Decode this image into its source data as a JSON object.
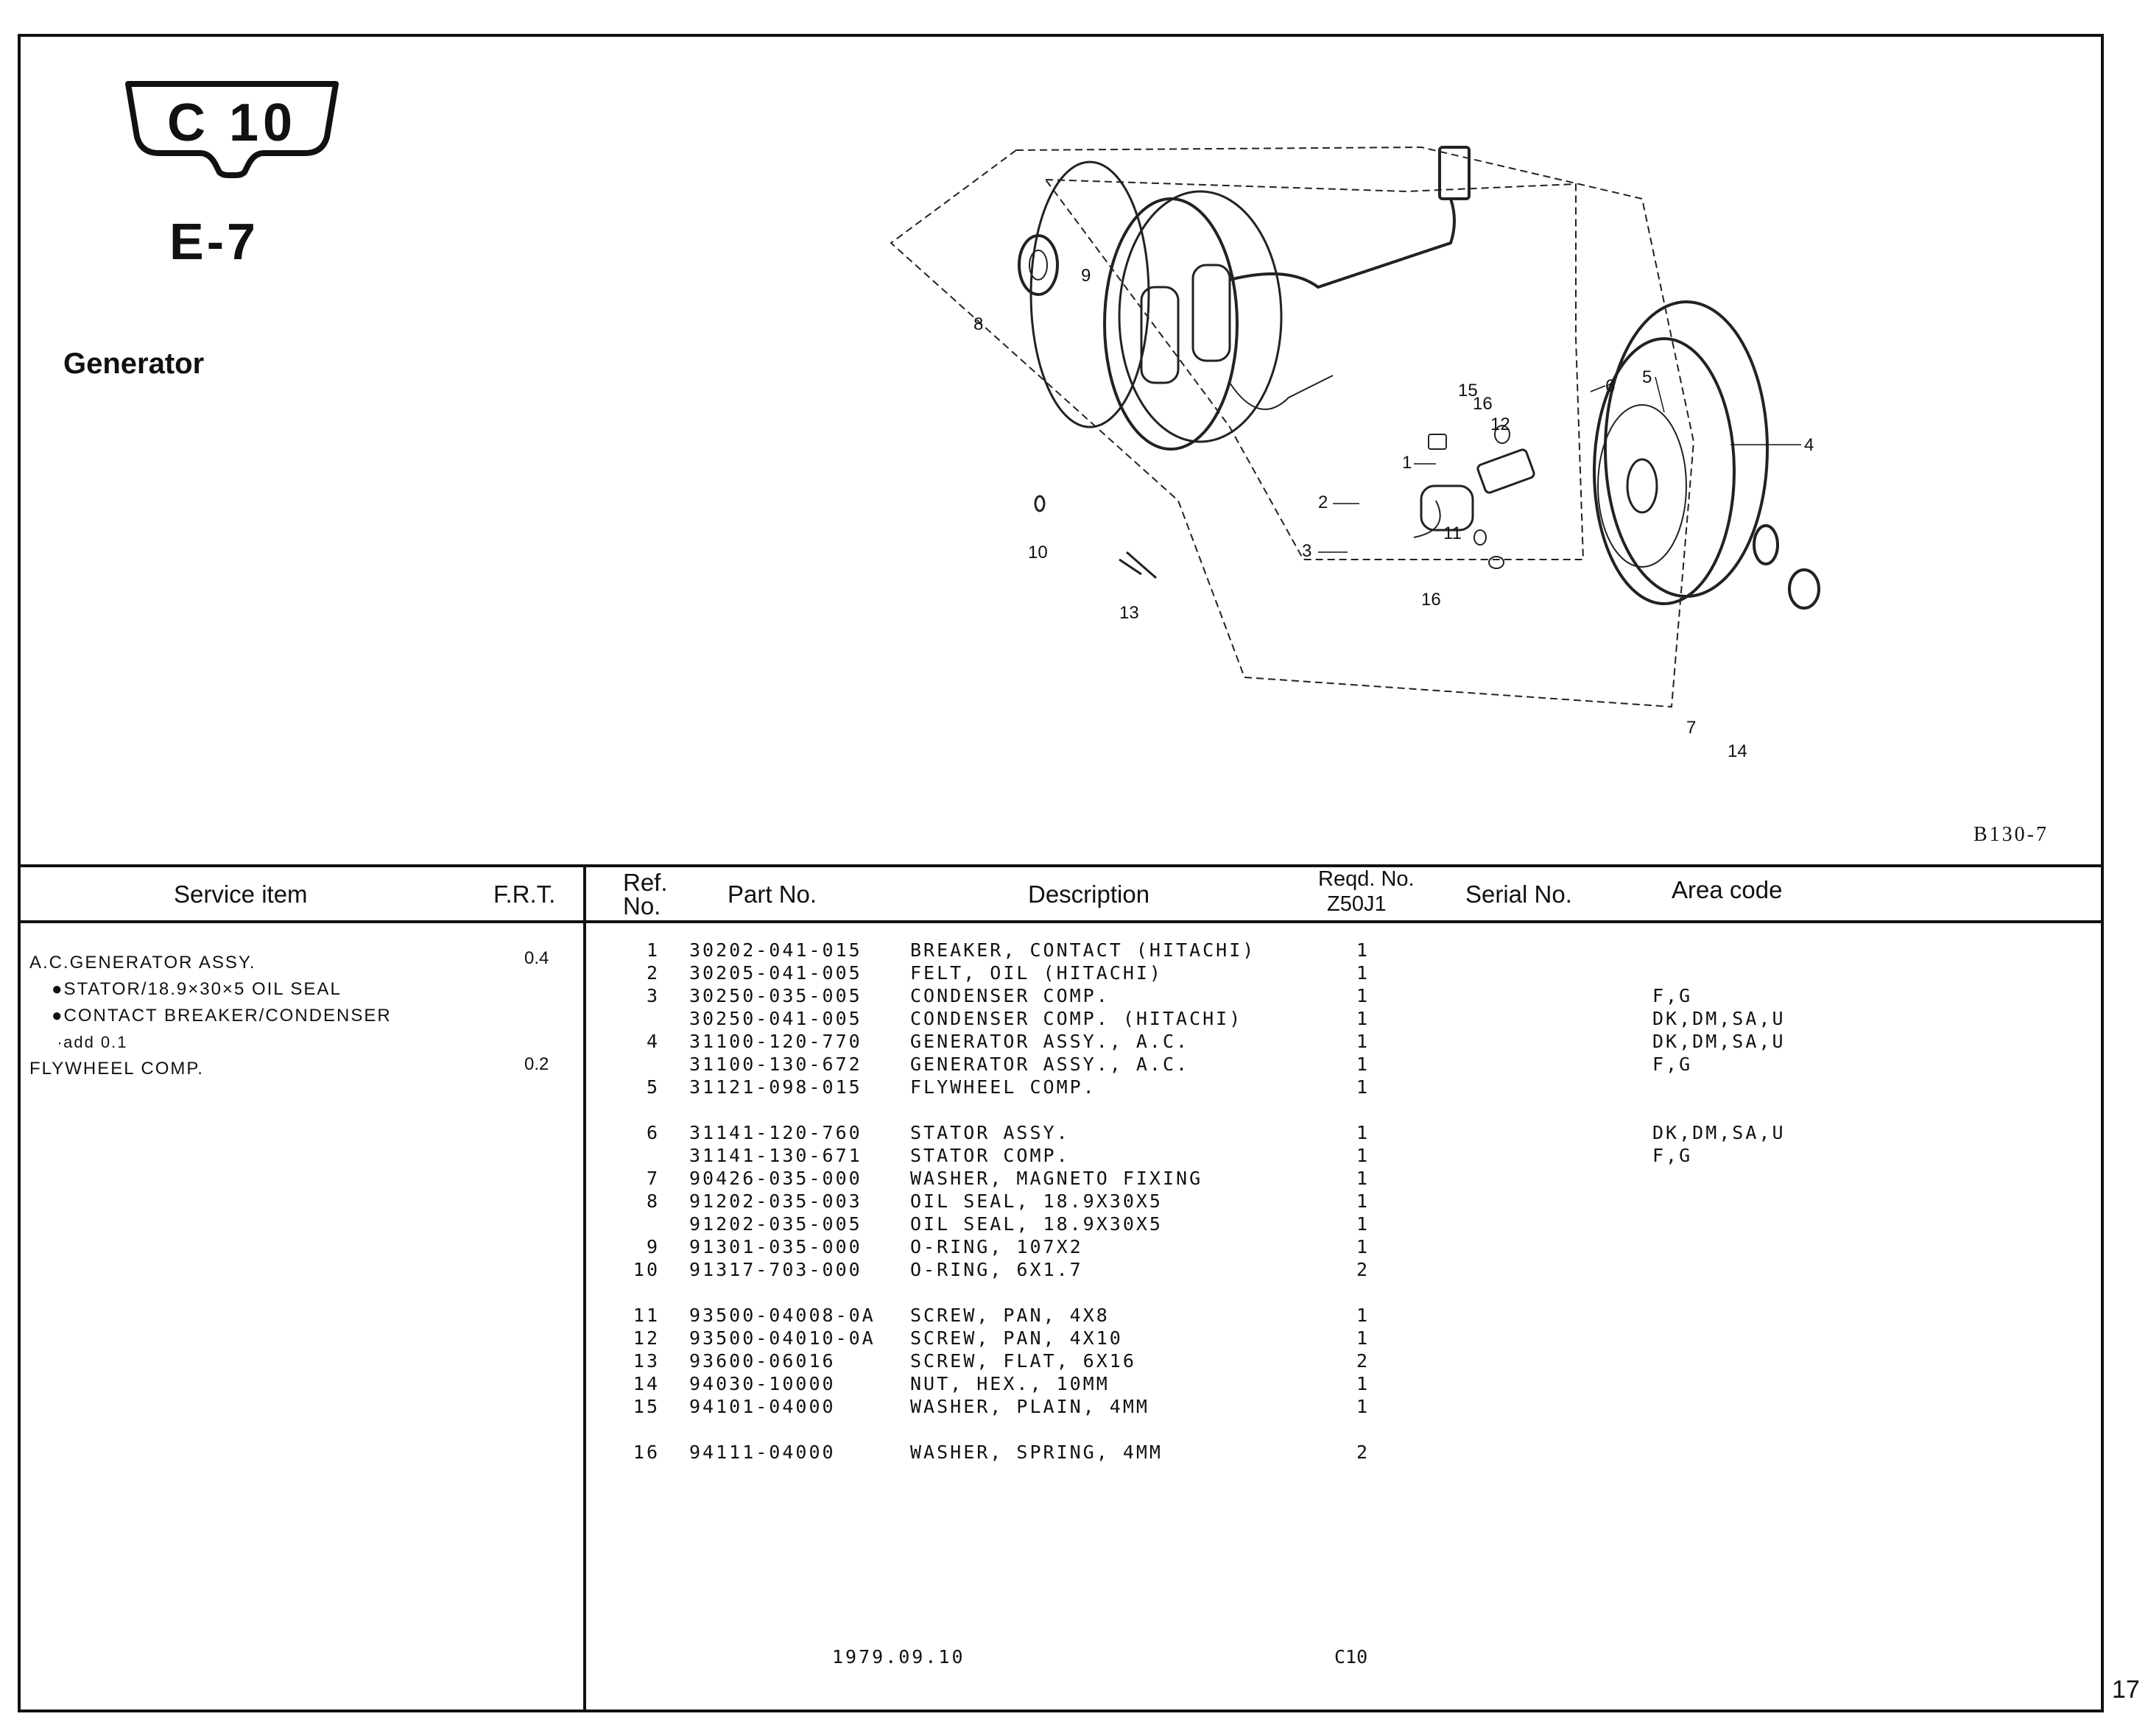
{
  "header": {
    "model_badge": "C 10",
    "section_code": "E-7",
    "section_title": "Generator"
  },
  "diagram": {
    "callouts": [
      "1",
      "2",
      "3",
      "4",
      "5",
      "6",
      "7",
      "8",
      "9",
      "10",
      "11",
      "12",
      "13",
      "14",
      "15",
      "16",
      "16"
    ],
    "code": "B130-7"
  },
  "table": {
    "headers": {
      "service_item": "Service item",
      "frt": "F.R.T.",
      "ref_no_line1": "Ref.",
      "ref_no_line2": "No.",
      "part_no": "Part No.",
      "description": "Description",
      "reqd_line1": "Reqd. No.",
      "reqd_line2": "Z50J1",
      "serial_no": "Serial No.",
      "area_code": "Area code"
    },
    "service_items": [
      {
        "label": "A.C.GENERATOR ASSY.",
        "frt": "0.4"
      },
      {
        "label": "●STATOR/18.9×30×5 OIL SEAL",
        "frt": ""
      },
      {
        "label": "●CONTACT BREAKER/CONDENSER",
        "frt": ""
      },
      {
        "label": "∙add 0.1",
        "frt": ""
      },
      {
        "label": "FLYWHEEL COMP.",
        "frt": "0.2"
      }
    ],
    "parts": [
      {
        "ref": "1",
        "part_no": "30202-041-015",
        "description": "BREAKER, CONTACT (HITACHI)",
        "qty": "1",
        "area": ""
      },
      {
        "ref": "2",
        "part_no": "30205-041-005",
        "description": "FELT, OIL (HITACHI)",
        "qty": "1",
        "area": ""
      },
      {
        "ref": "3",
        "part_no": "30250-035-005",
        "description": "CONDENSER COMP.",
        "qty": "1",
        "area": "F,G"
      },
      {
        "ref": "",
        "part_no": "30250-041-005",
        "description": "CONDENSER COMP. (HITACHI)",
        "qty": "1",
        "area": "DK,DM,SA,U"
      },
      {
        "ref": "4",
        "part_no": "31100-120-770",
        "description": "GENERATOR ASSY., A.C.",
        "qty": "1",
        "area": "DK,DM,SA,U"
      },
      {
        "ref": "",
        "part_no": "31100-130-672",
        "description": "GENERATOR ASSY., A.C.",
        "qty": "1",
        "area": "F,G"
      },
      {
        "ref": "5",
        "part_no": "31121-098-015",
        "description": "FLYWHEEL COMP.",
        "qty": "1",
        "area": ""
      },
      {
        "ref": "6",
        "part_no": "31141-120-760",
        "description": "STATOR ASSY.",
        "qty": "1",
        "area": "DK,DM,SA,U"
      },
      {
        "ref": "",
        "part_no": "31141-130-671",
        "description": "STATOR COMP.",
        "qty": "1",
        "area": "F,G"
      },
      {
        "ref": "7",
        "part_no": "90426-035-000",
        "description": "WASHER, MAGNETO FIXING",
        "qty": "1",
        "area": ""
      },
      {
        "ref": "8",
        "part_no": "91202-035-003",
        "description": "OIL SEAL, 18.9X30X5",
        "qty": "1",
        "area": ""
      },
      {
        "ref": "",
        "part_no": "91202-035-005",
        "description": "OIL SEAL, 18.9X30X5",
        "qty": "1",
        "area": ""
      },
      {
        "ref": "9",
        "part_no": "91301-035-000",
        "description": "O-RING, 107X2",
        "qty": "1",
        "area": ""
      },
      {
        "ref": "10",
        "part_no": "91317-703-000",
        "description": "O-RING, 6X1.7",
        "qty": "2",
        "area": ""
      },
      {
        "ref": "11",
        "part_no": "93500-04008-0A",
        "description": "SCREW, PAN, 4X8",
        "qty": "1",
        "area": ""
      },
      {
        "ref": "12",
        "part_no": "93500-04010-0A",
        "description": "SCREW, PAN, 4X10",
        "qty": "1",
        "area": ""
      },
      {
        "ref": "13",
        "part_no": "93600-06016",
        "description": "SCREW, FLAT, 6X16",
        "qty": "2",
        "area": ""
      },
      {
        "ref": "14",
        "part_no": "94030-10000",
        "description": "NUT, HEX., 10MM",
        "qty": "1",
        "area": ""
      },
      {
        "ref": "15",
        "part_no": "94101-04000",
        "description": "WASHER, PLAIN, 4MM",
        "qty": "1",
        "area": ""
      },
      {
        "ref": "16",
        "part_no": "94111-04000",
        "description": "WASHER, SPRING, 4MM",
        "qty": "2",
        "area": ""
      }
    ]
  },
  "footer": {
    "date": "1979.09.10",
    "model": "C10",
    "page_number": "17"
  }
}
